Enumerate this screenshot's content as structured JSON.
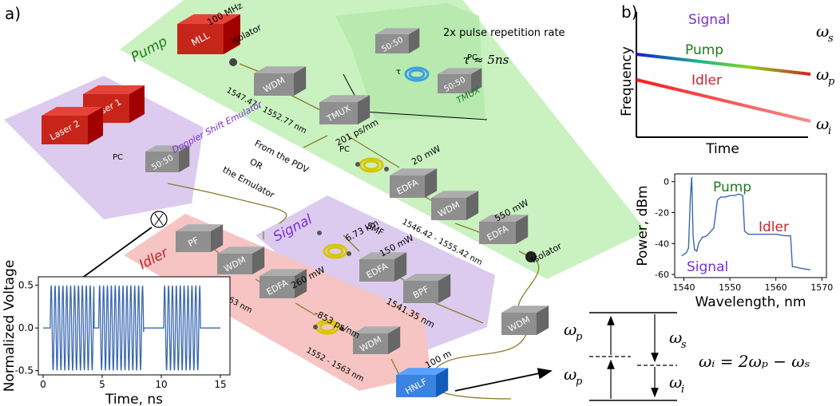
{
  "panels": {
    "a": "a)",
    "b": "b)"
  },
  "colors": {
    "pump_region": "#c9f2c0",
    "signal_region": "#dccbef",
    "idler_region": "#f7c4c4",
    "doppler_region": "#dccbef",
    "laser": "#c8251a",
    "module": "#8f8f8f",
    "hnlf": "#3b83e0",
    "signal": "#7b2fd6",
    "pump": "#1f7a1f",
    "idler": "#c0262e",
    "trace": "#3a67b0"
  },
  "regions": {
    "pump": "Pump",
    "signal": "Signal",
    "idler": "Idler",
    "doppler": "Doppler Shift Emulator"
  },
  "devices": {
    "mll": "MLL",
    "laser1": "Laser 1",
    "laser2": "Laser 2",
    "wdm": "WDM",
    "tmux": "TMUX",
    "edfa": "EDFA",
    "bpf": "BPF",
    "pf": "PF",
    "hnlf": "HNLF",
    "coupler": "50:50",
    "pc": "PC",
    "tau": "τ"
  },
  "annotations": {
    "rate": "100 MHz",
    "isolator": "Isolator",
    "wdm1_range": "1547.47 - 1552.77 nm",
    "disp_pump": "201 ps/nm",
    "power_20": "20 mW",
    "wdm2_range": "1546.42 - 1555.42 nm",
    "power_550": "550 mW",
    "smf": "SMF",
    "smf_len": "6.73 km",
    "power_150": "150 mW",
    "bpf_wl": "1541.35 nm",
    "idler_wdm_range": "1552 - 1563 nm",
    "power_260": "260 mW",
    "disp_idler": "-853 ps/nm",
    "idler_wdm_range2": "1552 - 1563 nm",
    "hnlf_len": "100 m",
    "from1": "From the PDV",
    "from2": "OR",
    "from3": "the Emulator",
    "tmux_title": "2x pulse repetition rate",
    "tmux_tau": "τ ≈ 5ns",
    "tmux_label": "TMUX"
  },
  "freq_plot": {
    "ylabel": "Frequency",
    "xlabel": "Time",
    "signal": "Signal",
    "pump": "Pump",
    "idler": "Idler",
    "ws": "ω",
    "ws_sub": "s",
    "wp": "ω",
    "wp_sub": "p",
    "wi": "ω",
    "wi_sub": "i"
  },
  "energy": {
    "wp": "ω",
    "wp_sub": "p",
    "ws": "ω",
    "ws_sub": "s",
    "wi": "ω",
    "wi_sub": "i",
    "eq": "ωᵢ = 2ωₚ − ωₛ"
  },
  "chart_data": [
    {
      "type": "line",
      "xlabel": "Time, ns",
      "ylabel": "Normalized Voltage",
      "xlim": [
        0,
        15
      ],
      "ylim": [
        -0.55,
        0.6
      ],
      "xticks": [
        0,
        5,
        10,
        15
      ],
      "yticks": [
        0.5,
        0.0,
        -0.5
      ],
      "xtick_labels": [
        "0",
        "5",
        "10",
        "15"
      ],
      "ytick_labels": [
        "0.5",
        "0.0",
        "-0.5"
      ],
      "bursts": [
        [
          0.6,
          4.3
        ],
        [
          4.7,
          8.5
        ],
        [
          10.2,
          13.3
        ]
      ],
      "burst_period_ns": 0.33,
      "amplitude": 0.5
    },
    {
      "type": "line",
      "xlabel": "Wavelength, nm",
      "ylabel": "Power, dBm",
      "xlim": [
        1538,
        1571
      ],
      "ylim": [
        -62,
        5
      ],
      "xticks": [
        1540,
        1550,
        1560,
        1570
      ],
      "yticks": [
        0,
        -20,
        -40,
        -60
      ],
      "xtick_labels": [
        "1540",
        "1550",
        "1560",
        "1570"
      ],
      "ytick_labels": [
        "0",
        "-20",
        "-40",
        "-60"
      ],
      "labels": {
        "pump": "Pump",
        "idler": "Idler",
        "signal": "Signal"
      },
      "series": [
        {
          "x": [
            1539.5,
            1540.5,
            1541.0,
            1541.4,
            1541.7,
            1542.0,
            1542.3,
            1542.8,
            1543.2,
            1544.0,
            1545.0,
            1546.5,
            1547.3,
            1548.0,
            1549.0,
            1550.0,
            1551.0,
            1552.0,
            1552.8,
            1553.2,
            1554.0,
            1556.0,
            1558.0,
            1560.0,
            1562.0,
            1563.2,
            1563.6,
            1564.0,
            1565.5,
            1567.5
          ],
          "y": [
            -48,
            -46,
            -43,
            -10,
            3,
            -35,
            -44,
            -45,
            -40,
            -36,
            -35,
            -30,
            -12,
            -10,
            -10,
            -9,
            -9,
            -8,
            -9,
            -32,
            -34,
            -34,
            -34,
            -34,
            -35,
            -35,
            -55,
            -55,
            -56,
            -57
          ]
        }
      ]
    }
  ]
}
